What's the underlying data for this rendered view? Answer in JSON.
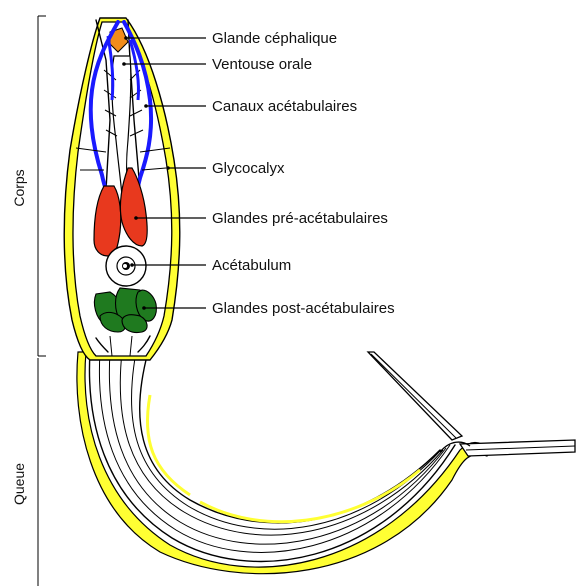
{
  "diagram": {
    "labels": {
      "glande_cephalique": "Glande céphalique",
      "ventouse_orale": "Ventouse orale",
      "canaux_acetabulaires": "Canaux acétabulaires",
      "glycocalyx": "Glycocalyx",
      "glandes_pre_acetabulaires": "Glandes pré-acétabulaires",
      "acetabulum": "Acétabulum",
      "glandes_post_acetabulaires": "Glandes post-acétabulaires"
    },
    "sections": {
      "corps": "Corps",
      "queue": "Queue"
    },
    "colors": {
      "glycocalyx": "#ffff33",
      "canals": "#1a1aff",
      "pre_glands": "#e8391e",
      "post_glands": "#1f7a1f",
      "head_gland": "#f08c1a",
      "outline": "#000000",
      "background": "#ffffff"
    }
  }
}
